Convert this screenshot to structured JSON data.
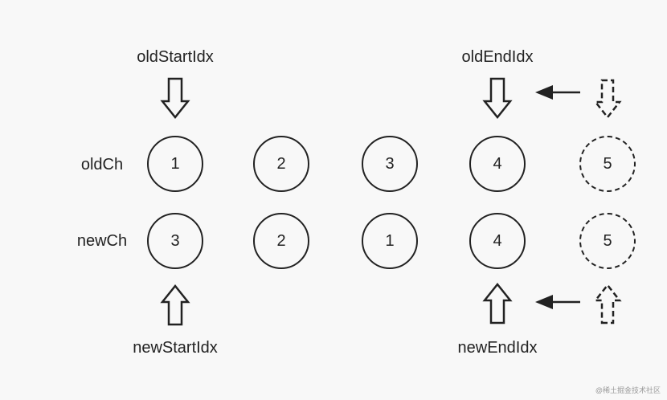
{
  "labels": {
    "old_start_idx": "oldStartIdx",
    "old_end_idx": "oldEndIdx",
    "new_start_idx": "newStartIdx",
    "new_end_idx": "newEndIdx",
    "old_ch": "oldCh",
    "new_ch": "newCh"
  },
  "old_ch": [
    {
      "value": "1",
      "dashed": false
    },
    {
      "value": "2",
      "dashed": false
    },
    {
      "value": "3",
      "dashed": false
    },
    {
      "value": "4",
      "dashed": false
    },
    {
      "value": "5",
      "dashed": true
    }
  ],
  "new_ch": [
    {
      "value": "3",
      "dashed": false
    },
    {
      "value": "2",
      "dashed": false
    },
    {
      "value": "1",
      "dashed": false
    },
    {
      "value": "4",
      "dashed": false
    },
    {
      "value": "5",
      "dashed": true
    }
  ],
  "watermark": "@稀土掘金技术社区",
  "colors": {
    "stroke": "#222222",
    "background": "#f8f8f8"
  }
}
